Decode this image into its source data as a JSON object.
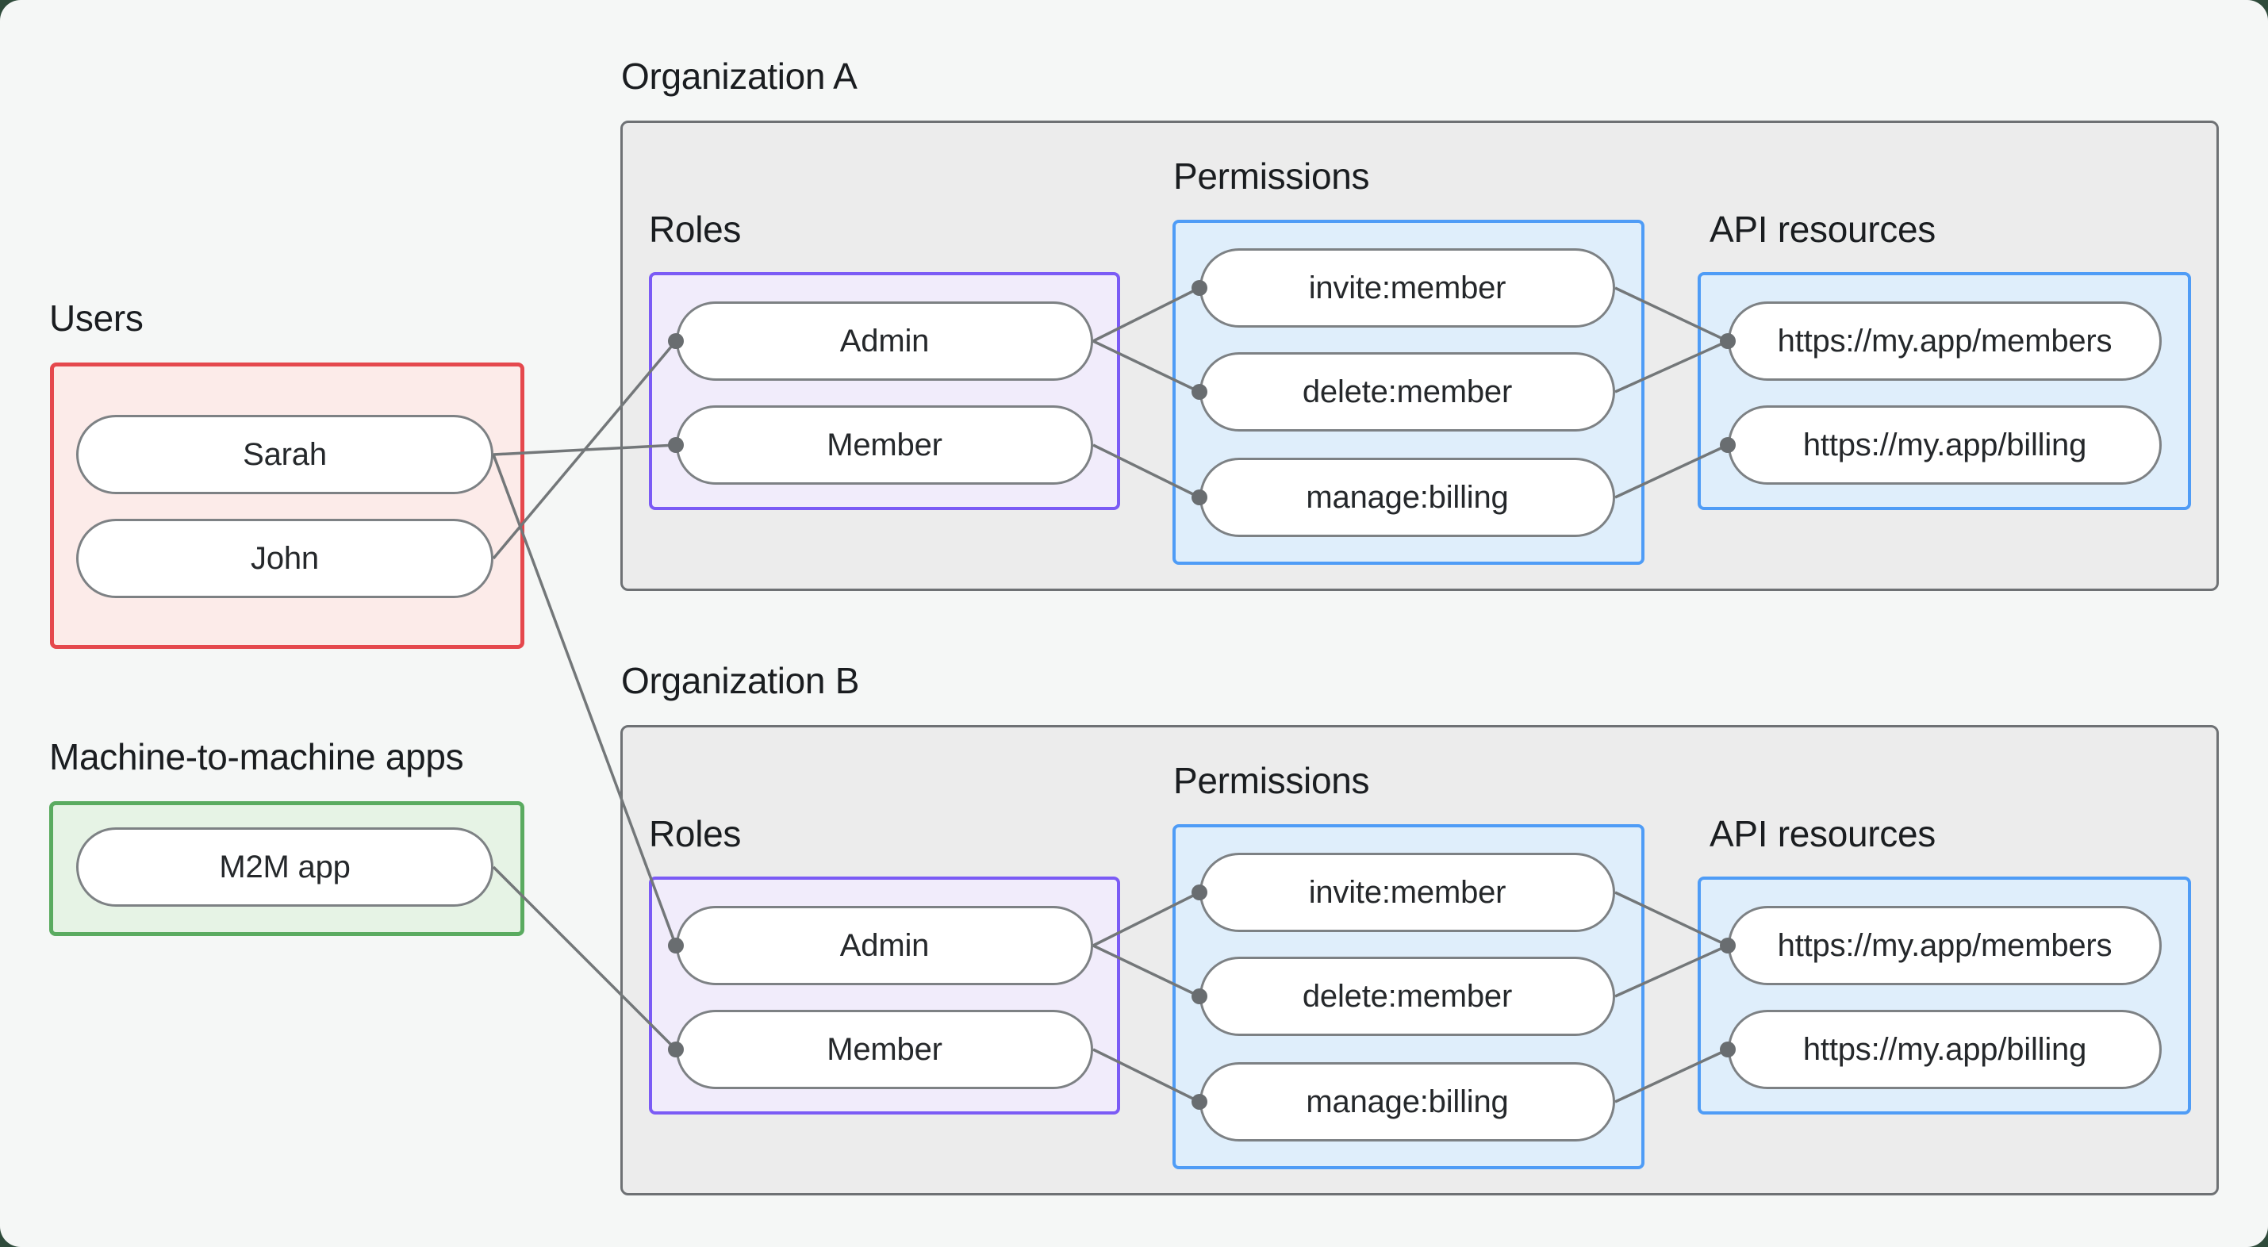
{
  "colors": {
    "canvas_bg": "#f5f7f6",
    "outer_corner_bg": "#2f4b3b",
    "org_box_fill": "#ececec",
    "org_box_border": "#6e7174",
    "users_accent": "#e5484d",
    "users_fill": "#fcebe9",
    "m2m_accent": "#5aab60",
    "m2m_fill": "#e6f3e5",
    "roles_accent": "#7b5bf5",
    "roles_fill": "#f1ecfb",
    "permissions_accent": "#4f9cf6",
    "permissions_fill": "#dfeefb",
    "node_border": "#7d8184",
    "edge_color": "#737779",
    "text_color": "#1a1d20"
  },
  "users": {
    "label": "Users",
    "nodes": [
      {
        "label": "Sarah"
      },
      {
        "label": "John"
      }
    ]
  },
  "m2m": {
    "label": "Machine-to-machine apps",
    "nodes": [
      {
        "label": "M2M app"
      }
    ]
  },
  "org_a": {
    "title": "Organization A",
    "roles_label": "Roles",
    "permissions_label": "Permissions",
    "api_label": "API resources",
    "roles": [
      {
        "label": "Admin"
      },
      {
        "label": "Member"
      }
    ],
    "permissions": [
      {
        "label": "invite:member"
      },
      {
        "label": "delete:member"
      },
      {
        "label": "manage:billing"
      }
    ],
    "api_resources": [
      {
        "label": "https://my.app/members"
      },
      {
        "label": "https://my.app/billing"
      }
    ]
  },
  "org_b": {
    "title": "Organization B",
    "roles_label": "Roles",
    "permissions_label": "Permissions",
    "api_label": "API resources",
    "roles": [
      {
        "label": "Admin"
      },
      {
        "label": "Member"
      }
    ],
    "permissions": [
      {
        "label": "invite:member"
      },
      {
        "label": "delete:member"
      },
      {
        "label": "manage:billing"
      }
    ],
    "api_resources": [
      {
        "label": "https://my.app/members"
      },
      {
        "label": "https://my.app/billing"
      }
    ]
  },
  "edges": [
    {
      "from": "users.sarah",
      "to": "org_a.roles.member"
    },
    {
      "from": "users.john",
      "to": "org_a.roles.admin"
    },
    {
      "from": "users.sarah",
      "to": "org_b.roles.admin"
    },
    {
      "from": "m2m.m2m_app",
      "to": "org_b.roles.member"
    },
    {
      "from": "org_a.roles.admin",
      "to": "org_a.permissions.invite_member"
    },
    {
      "from": "org_a.roles.admin",
      "to": "org_a.permissions.delete_member"
    },
    {
      "from": "org_a.roles.member",
      "to": "org_a.permissions.manage_billing"
    },
    {
      "from": "org_a.permissions.invite_member",
      "to": "org_a.api.members"
    },
    {
      "from": "org_a.permissions.delete_member",
      "to": "org_a.api.members"
    },
    {
      "from": "org_a.permissions.manage_billing",
      "to": "org_a.api.billing"
    },
    {
      "from": "org_b.roles.admin",
      "to": "org_b.permissions.invite_member"
    },
    {
      "from": "org_b.roles.admin",
      "to": "org_b.permissions.delete_member"
    },
    {
      "from": "org_b.roles.member",
      "to": "org_b.permissions.manage_billing"
    },
    {
      "from": "org_b.permissions.invite_member",
      "to": "org_b.api.members"
    },
    {
      "from": "org_b.permissions.delete_member",
      "to": "org_b.api.members"
    },
    {
      "from": "org_b.permissions.manage_billing",
      "to": "org_b.api.billing"
    }
  ]
}
